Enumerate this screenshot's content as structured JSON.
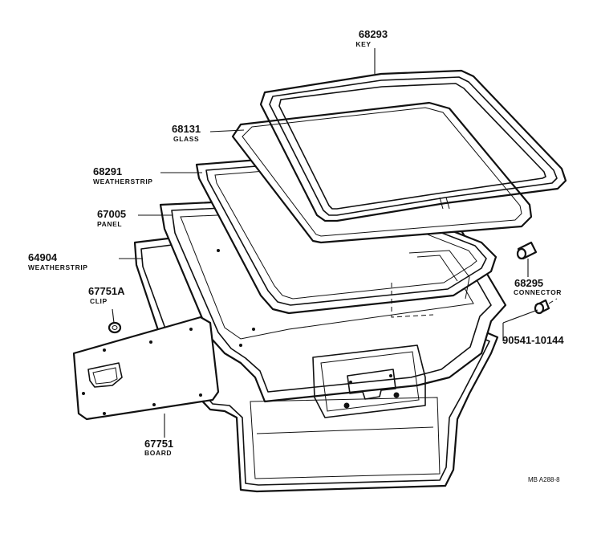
{
  "parts": [
    {
      "id": "key",
      "number": "68293",
      "name": "KEY"
    },
    {
      "id": "glass",
      "number": "68131",
      "name": "GLASS"
    },
    {
      "id": "weatherstrip-upper",
      "number": "68291",
      "name": "WEATHERSTRIP"
    },
    {
      "id": "panel",
      "number": "67005",
      "name": "PANEL"
    },
    {
      "id": "weatherstrip-lower",
      "number": "64904",
      "name": "WEATHERSTRIP"
    },
    {
      "id": "clip",
      "number": "67751A",
      "name": "CLIP"
    },
    {
      "id": "connector",
      "number": "68295",
      "name": "CONNECTOR"
    },
    {
      "id": "bolt",
      "number": "90541-10144",
      "name": ""
    },
    {
      "id": "board",
      "number": "67751",
      "name": "BOARD"
    }
  ],
  "diagram_code": "MB A288-8"
}
